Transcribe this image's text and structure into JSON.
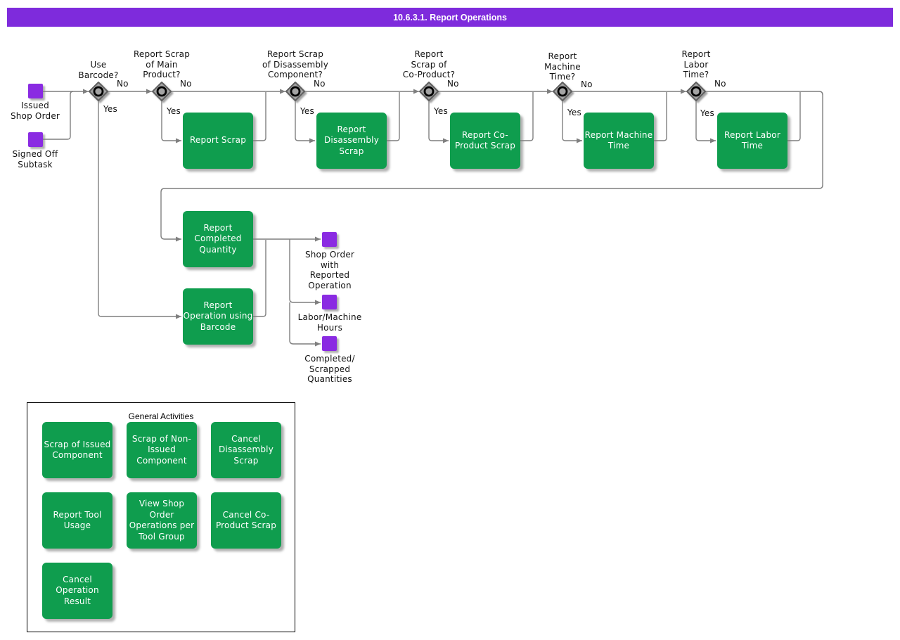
{
  "title": "10.6.3.1. Report Operations",
  "colors": {
    "title_bar": "#7E2BDC",
    "event_square": "#8A2BE2",
    "activity_green": "#0F9D4E",
    "connector_gray": "#7F7F7F"
  },
  "start_events": [
    {
      "label": "Issued\nShop Order"
    },
    {
      "label": "Signed Off\nSubtask"
    }
  ],
  "gateways": [
    {
      "question": "Use\nBarcode?",
      "no_label": "No",
      "yes_label": "Yes"
    },
    {
      "question": "Report Scrap\nof Main\nProduct?",
      "no_label": "No",
      "yes_label": "Yes"
    },
    {
      "question": "Report Scrap\nof Disassembly\nComponent?",
      "no_label": "No",
      "yes_label": "Yes"
    },
    {
      "question": "Report\nScrap of\nCo-Product?",
      "no_label": "No",
      "yes_label": "Yes"
    },
    {
      "question": "Report\nMachine\nTime?",
      "no_label": "No",
      "yes_label": "Yes"
    },
    {
      "question": "Report\nLabor\nTime?",
      "no_label": "No",
      "yes_label": "Yes"
    }
  ],
  "activities": [
    {
      "label": "Report Scrap"
    },
    {
      "label": "Report\nDisassembly\nScrap"
    },
    {
      "label": "Report Co-\nProduct Scrap"
    },
    {
      "label": "Report Machine\nTime"
    },
    {
      "label": "Report Labor\nTime"
    },
    {
      "label": "Report\nCompleted\nQuantity"
    },
    {
      "label": "Report\nOperation using\nBarcode"
    }
  ],
  "end_events": [
    {
      "label": "Shop Order\nwith\nReported\nOperation"
    },
    {
      "label": "Labor/Machine\nHours"
    },
    {
      "label": "Completed/\nScrapped\nQuantities"
    }
  ],
  "general_activities": {
    "title": "General Activities",
    "items": [
      {
        "label": "Scrap of Issued\nComponent"
      },
      {
        "label": "Scrap of Non-\nIssued\nComponent"
      },
      {
        "label": "Cancel\nDisassembly\nScrap"
      },
      {
        "label": "Report Tool\nUsage"
      },
      {
        "label": "View Shop\nOrder\nOperations per\nTool Group"
      },
      {
        "label": "Cancel Co-\nProduct Scrap"
      },
      {
        "label": "Cancel\nOperation Result"
      }
    ]
  }
}
